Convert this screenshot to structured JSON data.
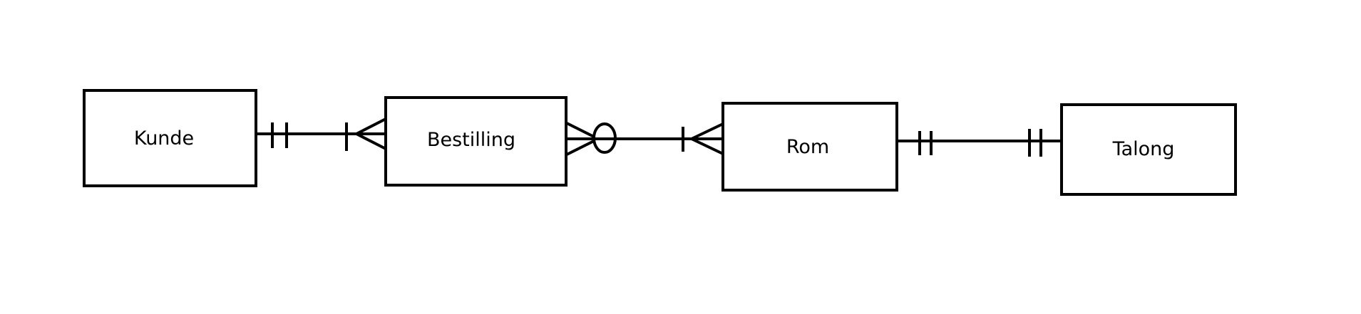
{
  "entities": [
    {
      "id": "kunde",
      "label": "Kunde"
    },
    {
      "id": "bestilling",
      "label": "Bestilling"
    },
    {
      "id": "rom",
      "label": "Rom"
    },
    {
      "id": "talong",
      "label": "Talong"
    }
  ],
  "relationships": [
    {
      "from": "kunde",
      "to": "bestilling",
      "from_cardinality": "exactly-one",
      "to_cardinality": "one-or-many"
    },
    {
      "from": "bestilling",
      "to": "rom",
      "from_cardinality": "zero-or-many",
      "to_cardinality": "one-or-many"
    },
    {
      "from": "rom",
      "to": "talong",
      "from_cardinality": "exactly-one",
      "to_cardinality": "exactly-one"
    }
  ],
  "colors": {
    "stroke": "#000000",
    "background": "#ffffff"
  }
}
